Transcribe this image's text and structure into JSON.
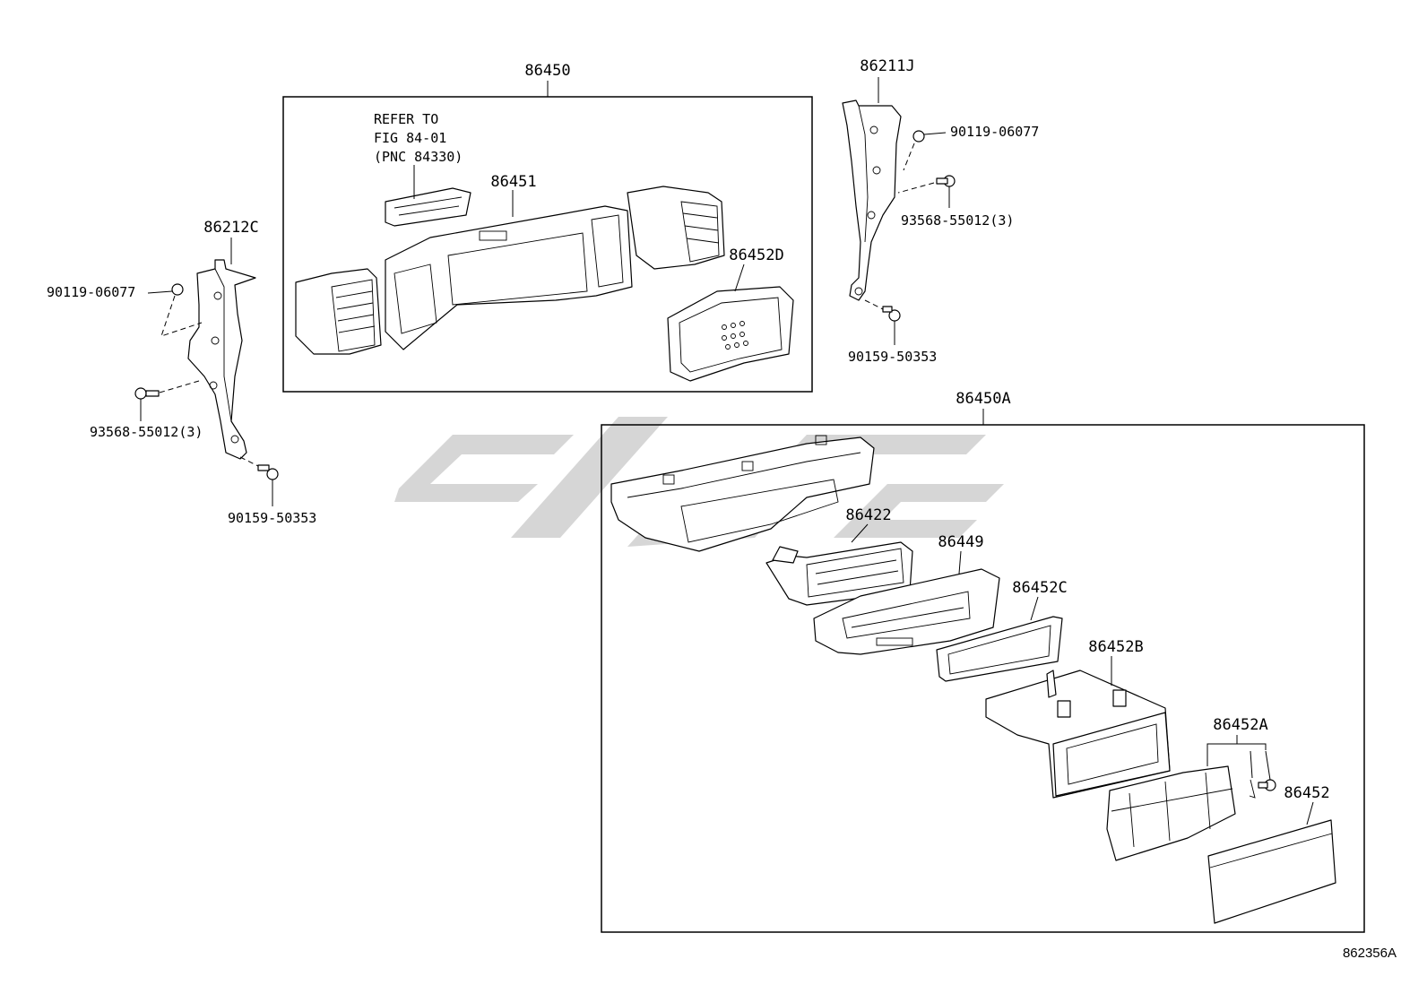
{
  "labels": {
    "assembly_upper": "86450",
    "assembly_lower": "86450A",
    "left_bracket": "86212C",
    "right_bracket": "86211J",
    "panel": "86451",
    "bezel_d": "86452D",
    "unit_86422": "86422",
    "unit_86449": "86449",
    "bezel_c": "86452C",
    "pocket_b": "86452B",
    "pocket_a": "86452A",
    "lid": "86452",
    "screw_left_top": "90119-06077",
    "screw_left_mid": "93568-55012(3)",
    "screw_left_bottom": "90159-50353",
    "screw_right_top": "90119-06077",
    "screw_right_mid": "93568-55012(3)",
    "screw_right_bottom": "90159-50353"
  },
  "note": {
    "line1": "REFER TO",
    "line2": "FIG 84-01",
    "line3": "(PNC 84330)"
  },
  "figure_id": "862356A",
  "colors": {
    "line": "#000000",
    "watermark": "#cfcfcf",
    "background": "#ffffff"
  }
}
